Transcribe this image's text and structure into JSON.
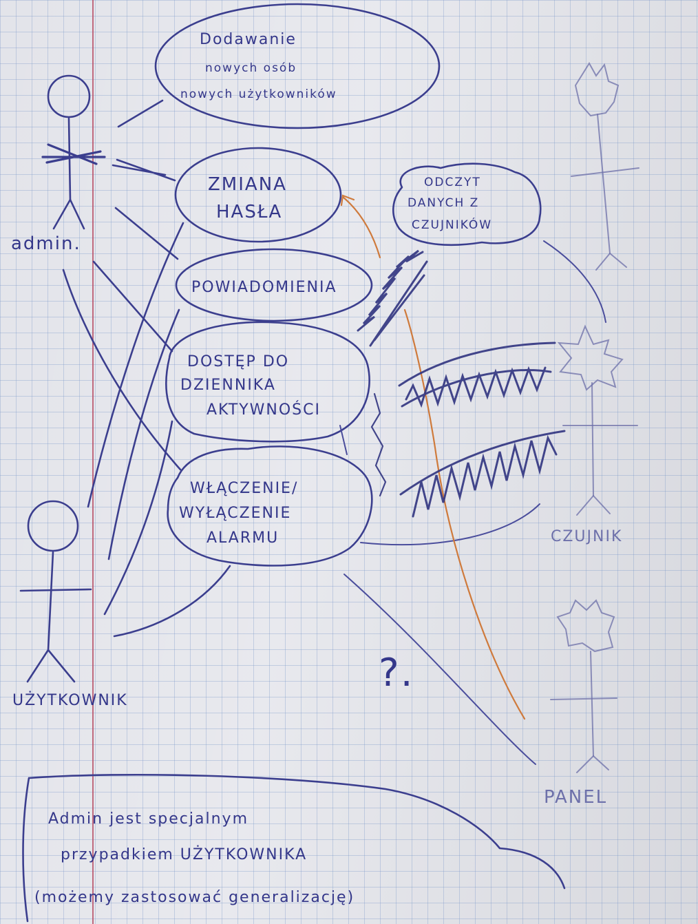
{
  "actors": {
    "admin": {
      "label": "admin."
    },
    "uzytkownik": {
      "label": "UŻYTKOWNIK"
    },
    "czujnik": {
      "label": "CZUJNIK"
    },
    "panel": {
      "label": "PANEL"
    }
  },
  "use_cases": {
    "dodawanie": {
      "lines": [
        "Dodawanie",
        "nowych osób",
        "nowych użytkowników"
      ]
    },
    "zmiana_hasla": {
      "lines": [
        "ZMIANA",
        "HASŁA"
      ]
    },
    "odczyt": {
      "lines": [
        "ODCZYT",
        "DANYCH Z",
        "CZUJNIKÓW"
      ]
    },
    "powiadomienia": {
      "lines": [
        "POWIADOMIENIA"
      ]
    },
    "dostep": {
      "lines": [
        "DOSTĘP DO",
        "DZIENNIKA",
        "AKTYWNOŚCI"
      ]
    },
    "wlaczenie": {
      "lines": [
        "WŁĄCZENIE/",
        "WYŁĄCZENIE",
        "ALARMU"
      ]
    }
  },
  "question_mark": "?.",
  "note": {
    "lines": [
      "Admin jest specjalnym",
      "przypadkiem UŻYTKOWNIKA",
      "(możemy zastosować generalizację)"
    ]
  },
  "colors": {
    "ink": "#3b3e8e",
    "margin": "#b64b63",
    "orange": "#cf7a3c",
    "grid": "#7896c8"
  }
}
